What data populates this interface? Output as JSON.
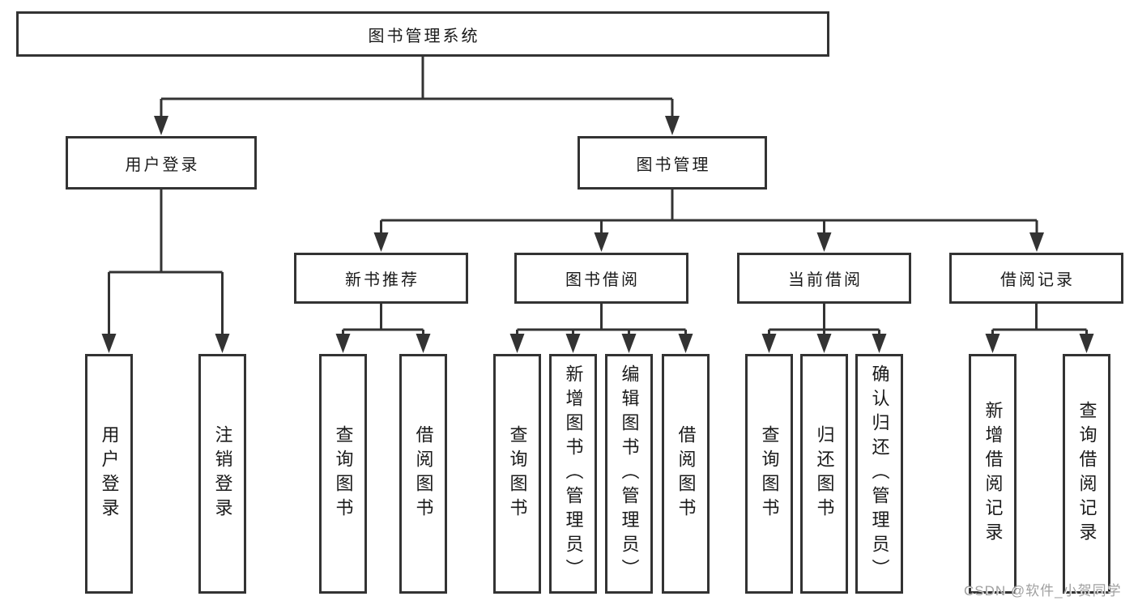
{
  "diagram": {
    "root": {
      "label": "图书管理系统",
      "children": {
        "user_login": {
          "label": "用户登录",
          "children": {
            "login": {
              "label": "用户登录"
            },
            "logout": {
              "label": "注销登录"
            }
          }
        },
        "book_mgmt": {
          "label": "图书管理",
          "children": {
            "new_book_rec": {
              "label": "新书推荐",
              "children": {
                "query_book": {
                  "label": "查询图书"
                },
                "borrow_book": {
                  "label": "借阅图书"
                }
              }
            },
            "book_borrow": {
              "label": "图书借阅",
              "children": {
                "query_book": {
                  "label": "查询图书"
                },
                "add_book": {
                  "label": "新增图书（管理员）"
                },
                "edit_book": {
                  "label": "编辑图书（管理员）"
                },
                "borrow_book": {
                  "label": "借阅图书"
                }
              }
            },
            "current_borrow": {
              "label": "当前借阅",
              "children": {
                "query_book": {
                  "label": "查询图书"
                },
                "return_book": {
                  "label": "归还图书"
                },
                "confirm_return": {
                  "label": "确认归还（管理员）"
                }
              }
            },
            "borrow_records": {
              "label": "借阅记录",
              "children": {
                "add_record": {
                  "label": "新增借阅记录"
                },
                "query_record": {
                  "label": "查询借阅记录"
                }
              }
            }
          }
        }
      }
    }
  },
  "watermark": {
    "text": "CSDN @软件_小贺同学"
  },
  "colors": {
    "line": "#333333",
    "text": "#1a1a1a",
    "watermark": "#a0a0a0",
    "background": "#ffffff"
  }
}
